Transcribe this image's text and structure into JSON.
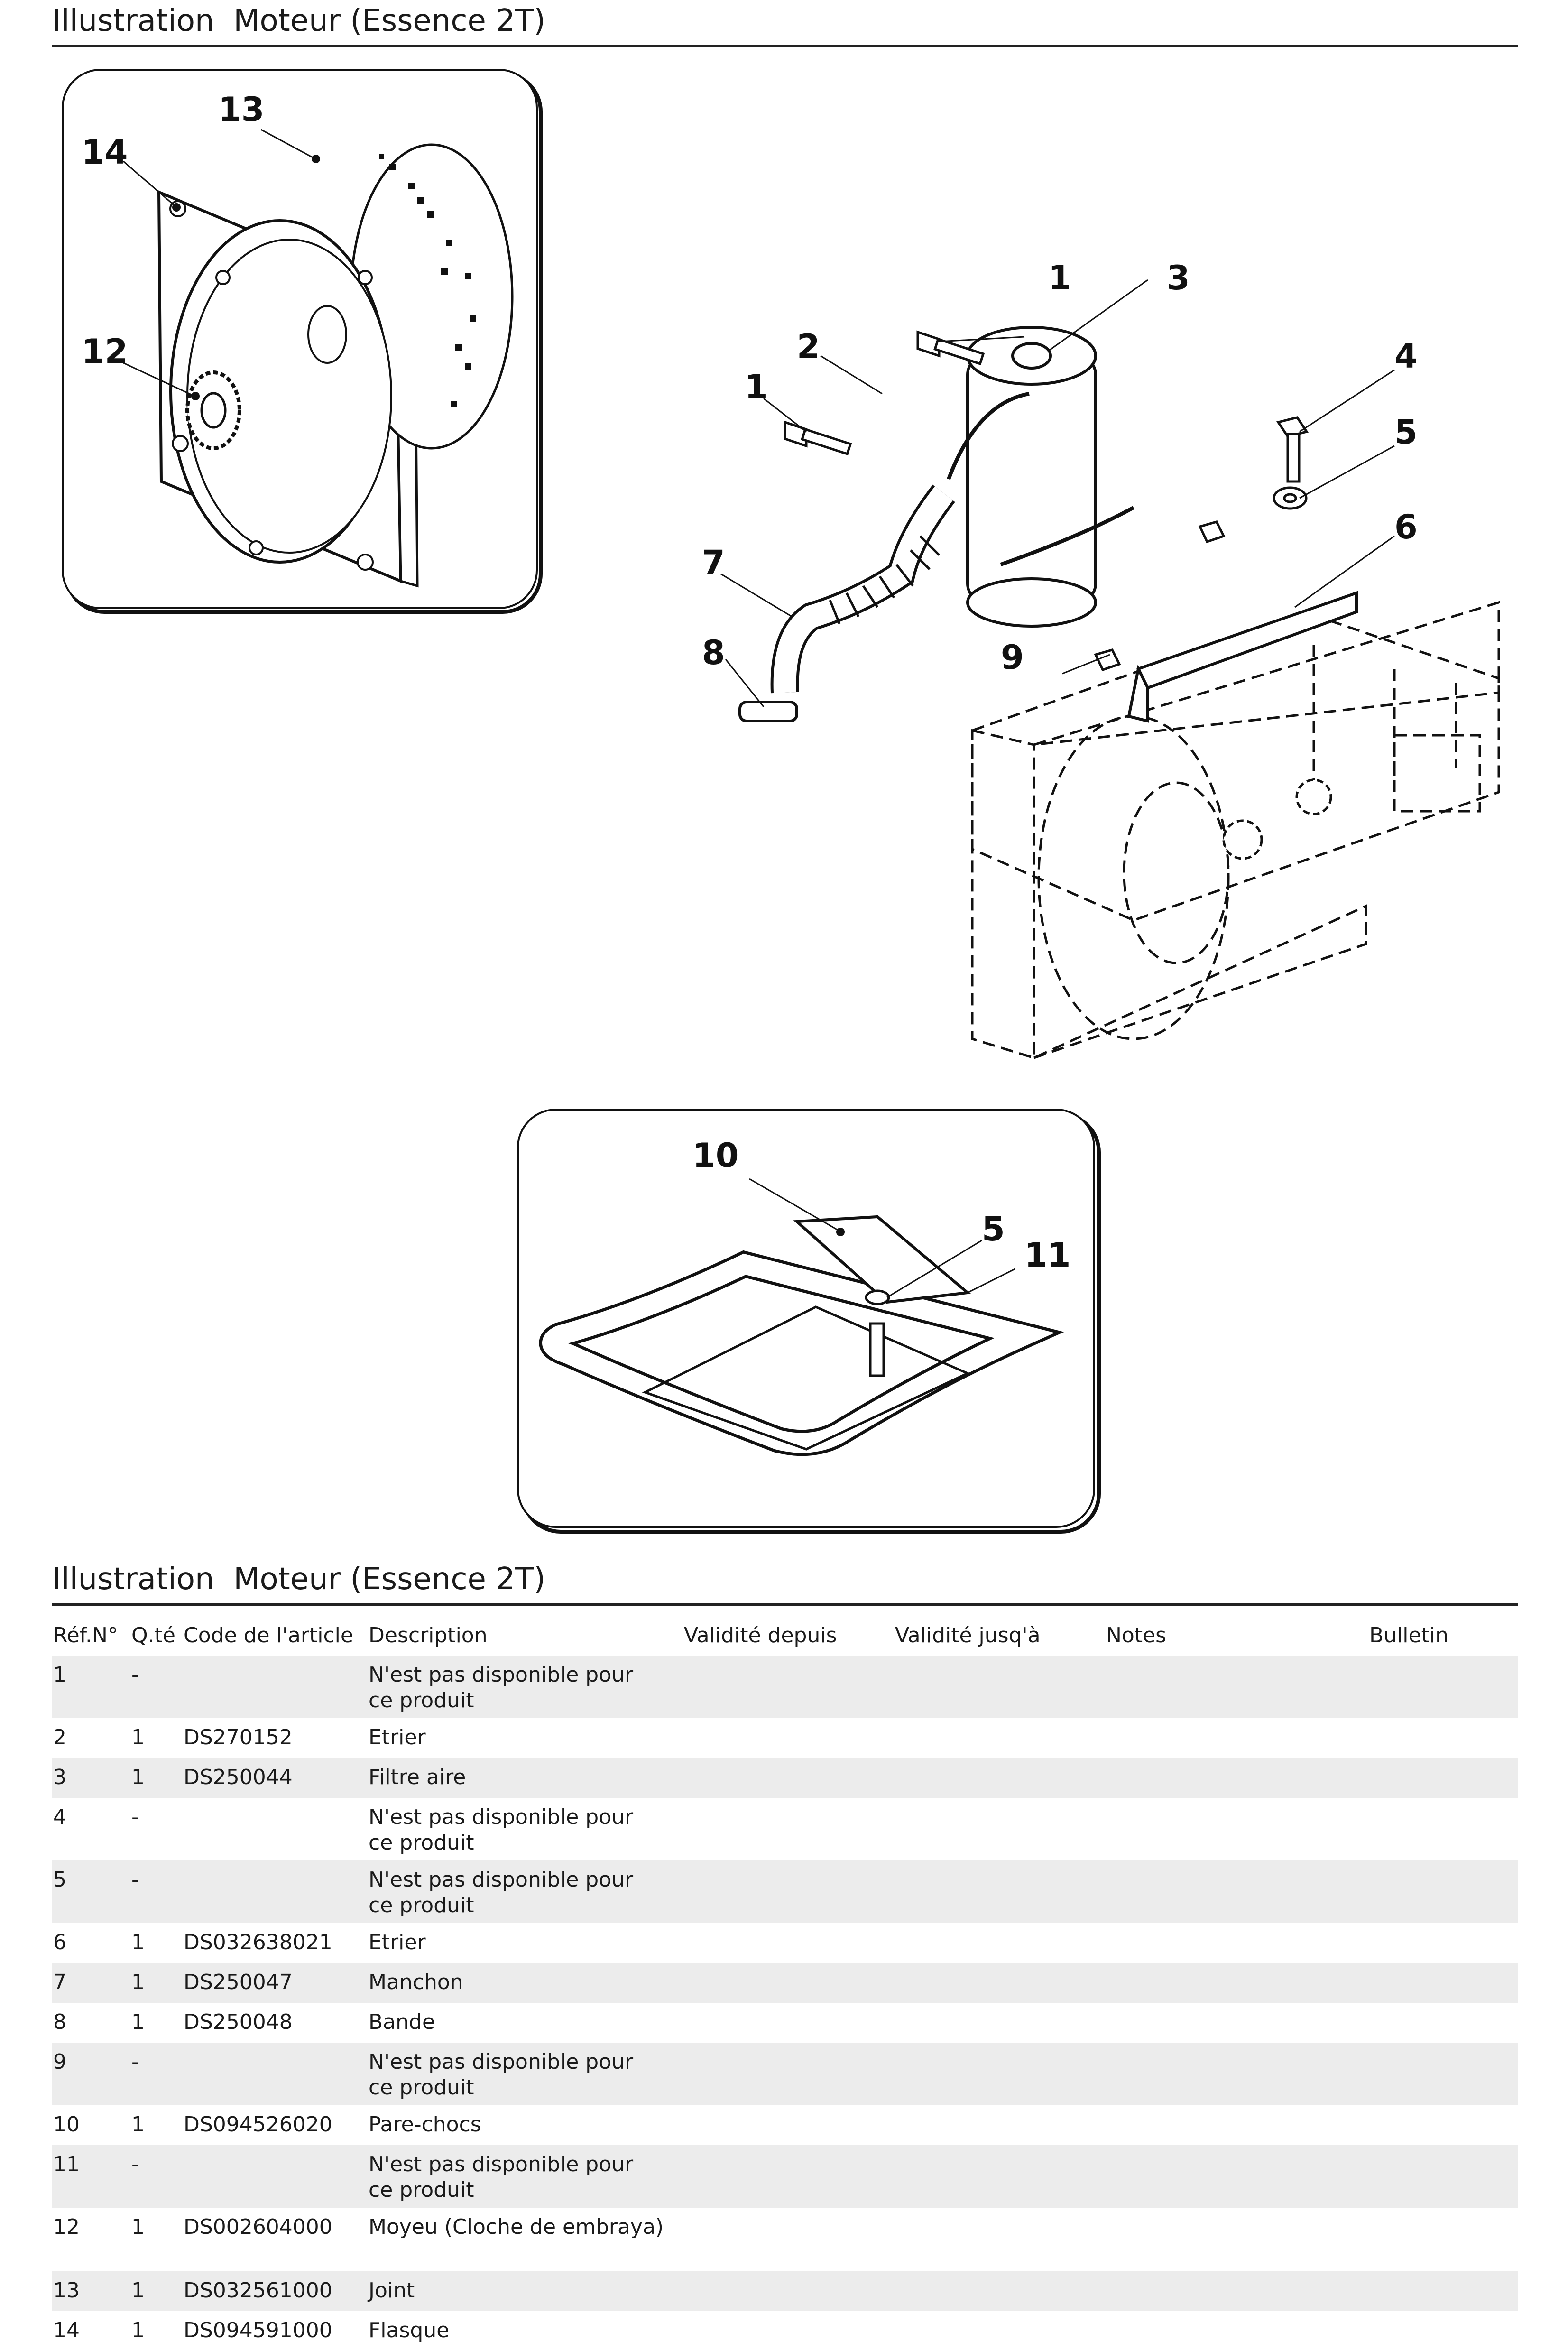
{
  "page": {
    "heading_top": "Illustration  Moteur (Essence 2T)",
    "heading_bottom": "Illustration  Moteur (Essence 2T)"
  },
  "figure_labels": {
    "inset1": [
      "13",
      "14",
      "12"
    ],
    "main": [
      "1",
      "3",
      "2",
      "4",
      "1",
      "5",
      "6",
      "7",
      "8",
      "9"
    ],
    "inset2": [
      "10",
      "5",
      "11"
    ]
  },
  "table": {
    "headers": [
      "Réf.N°",
      "Q.té",
      "Code de l'article",
      "Description",
      "Validité depuis",
      "Validité jusq'à",
      "Notes",
      "Bulletin"
    ],
    "rows": [
      {
        "ref": "1",
        "qty": "-",
        "code": "",
        "desc": "N'est pas disponible pour ce produit"
      },
      {
        "ref": "2",
        "qty": "1",
        "code": "DS270152",
        "desc": "Etrier"
      },
      {
        "ref": "3",
        "qty": "1",
        "code": "DS250044",
        "desc": "Filtre aire"
      },
      {
        "ref": "4",
        "qty": "-",
        "code": "",
        "desc": "N'est pas disponible pour ce produit"
      },
      {
        "ref": "5",
        "qty": "-",
        "code": "",
        "desc": "N'est pas disponible pour ce produit"
      },
      {
        "ref": "6",
        "qty": "1",
        "code": "DS032638021",
        "desc": "Etrier"
      },
      {
        "ref": "7",
        "qty": "1",
        "code": "DS250047",
        "desc": "Manchon"
      },
      {
        "ref": "8",
        "qty": "1",
        "code": "DS250048",
        "desc": "Bande"
      },
      {
        "ref": "9",
        "qty": "-",
        "code": "",
        "desc": "N'est pas disponible pour ce produit"
      },
      {
        "ref": "10",
        "qty": "1",
        "code": "DS094526020",
        "desc": "Pare-chocs"
      },
      {
        "ref": "11",
        "qty": "-",
        "code": "",
        "desc": "N'est pas disponible pour ce produit"
      },
      {
        "ref": "12",
        "qty": "1",
        "code": "DS002604000",
        "desc": "Moyeu (Cloche de embraya)"
      },
      {
        "ref": "13",
        "qty": "1",
        "code": "DS032561000",
        "desc": "Joint"
      },
      {
        "ref": "14",
        "qty": "1",
        "code": "DS094591000",
        "desc": "Flasque"
      }
    ]
  }
}
